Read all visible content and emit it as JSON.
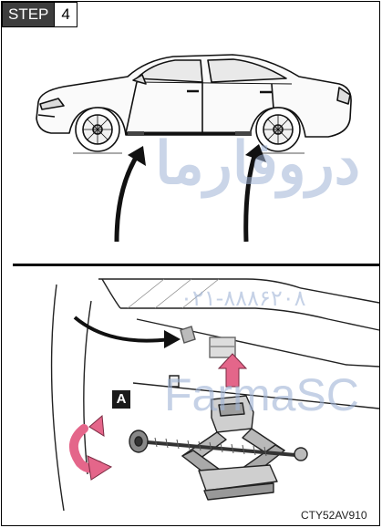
{
  "step": {
    "label": "STEP",
    "number": "4"
  },
  "callout": "A",
  "figure_code": "CTY52AV910",
  "watermarks": {
    "persian": "دروفارما",
    "phone": "۰۲۱-۸۸۸۶۲۰۸",
    "brand": "FarmaSC"
  },
  "colors": {
    "accent": "#e4668a",
    "arrow": "#1c1c1c",
    "watermark": "#9fb4d6"
  },
  "icons": [
    "car-side-illustration",
    "lift-point-arrow-left",
    "lift-point-arrow-right",
    "jack-illustration",
    "rotate-arrow",
    "up-arrow"
  ]
}
